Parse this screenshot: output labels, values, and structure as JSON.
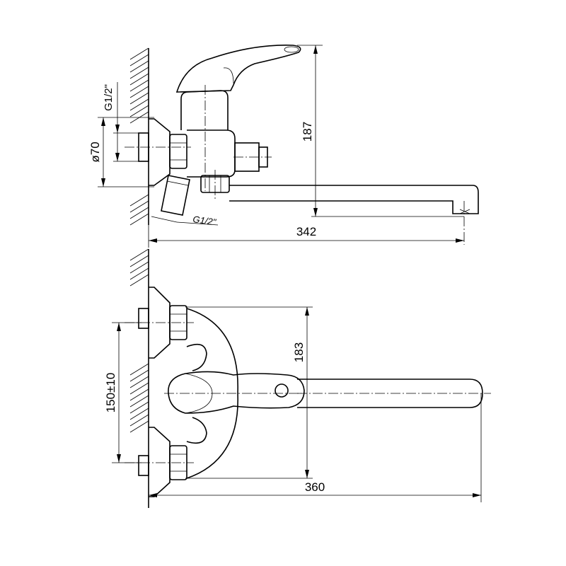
{
  "dimensions": {
    "height_top": "187",
    "length_top": "342",
    "thread_top": "G1/2\"",
    "thread_outlet": "G1/2\"",
    "flange_diameter": "ø70",
    "span_bottom": "183",
    "centers_bottom": "150±10",
    "length_bottom": "360"
  }
}
